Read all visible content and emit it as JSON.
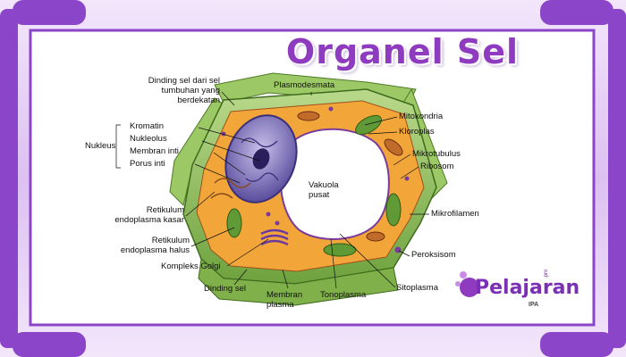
{
  "title": "Organel Sel",
  "labels": {
    "dinding_sel_tetangga": [
      "Dinding sel dari sel",
      "tumbuhan yang",
      "berdekatan"
    ],
    "plasmodesmata": "Plasmodesmata",
    "nukleus": "Nukleus",
    "kromatin": "Kromatin",
    "nukleolus": "Nukleolus",
    "membran_inti": "Membran inti",
    "porus_inti": "Porus inti",
    "mitokondria": "Mitokondria",
    "kloroplas": "Kloroplas",
    "mikrotubulus": "Mikrotubulus",
    "ribosom": "Ribosom",
    "vakuola_pusat": [
      "Vakuola",
      "pusat"
    ],
    "re_kasar": [
      "Retikulum",
      "endoplasma kasar"
    ],
    "re_halus": [
      "Retikulum",
      "endoplasma halus"
    ],
    "mikrofilamen": "Mikrofilamen",
    "kompleks_golgi": "Kompleks Golgi",
    "peroksisom": "Peroksisom",
    "dinding_sel": "Dinding sel",
    "membran_plasma": [
      "Membran",
      "plasma"
    ],
    "tonoplasma": "Tonoplasma",
    "sitoplasma": "Sitoplasma"
  },
  "logo": {
    "text": "Pelajaran",
    "sub": "IPA",
    "pro": ".pro"
  },
  "colors": {
    "frame": "#8a45c8",
    "frame_light": "#d7b6f0",
    "cell_wall": "#7fb04a",
    "cytoplasm": "#f2a63a",
    "nucleus": "#8d7fc4",
    "vacuole": "#ffffff",
    "chloroplast": "#5f9a36",
    "title": "#8e3bc0"
  }
}
